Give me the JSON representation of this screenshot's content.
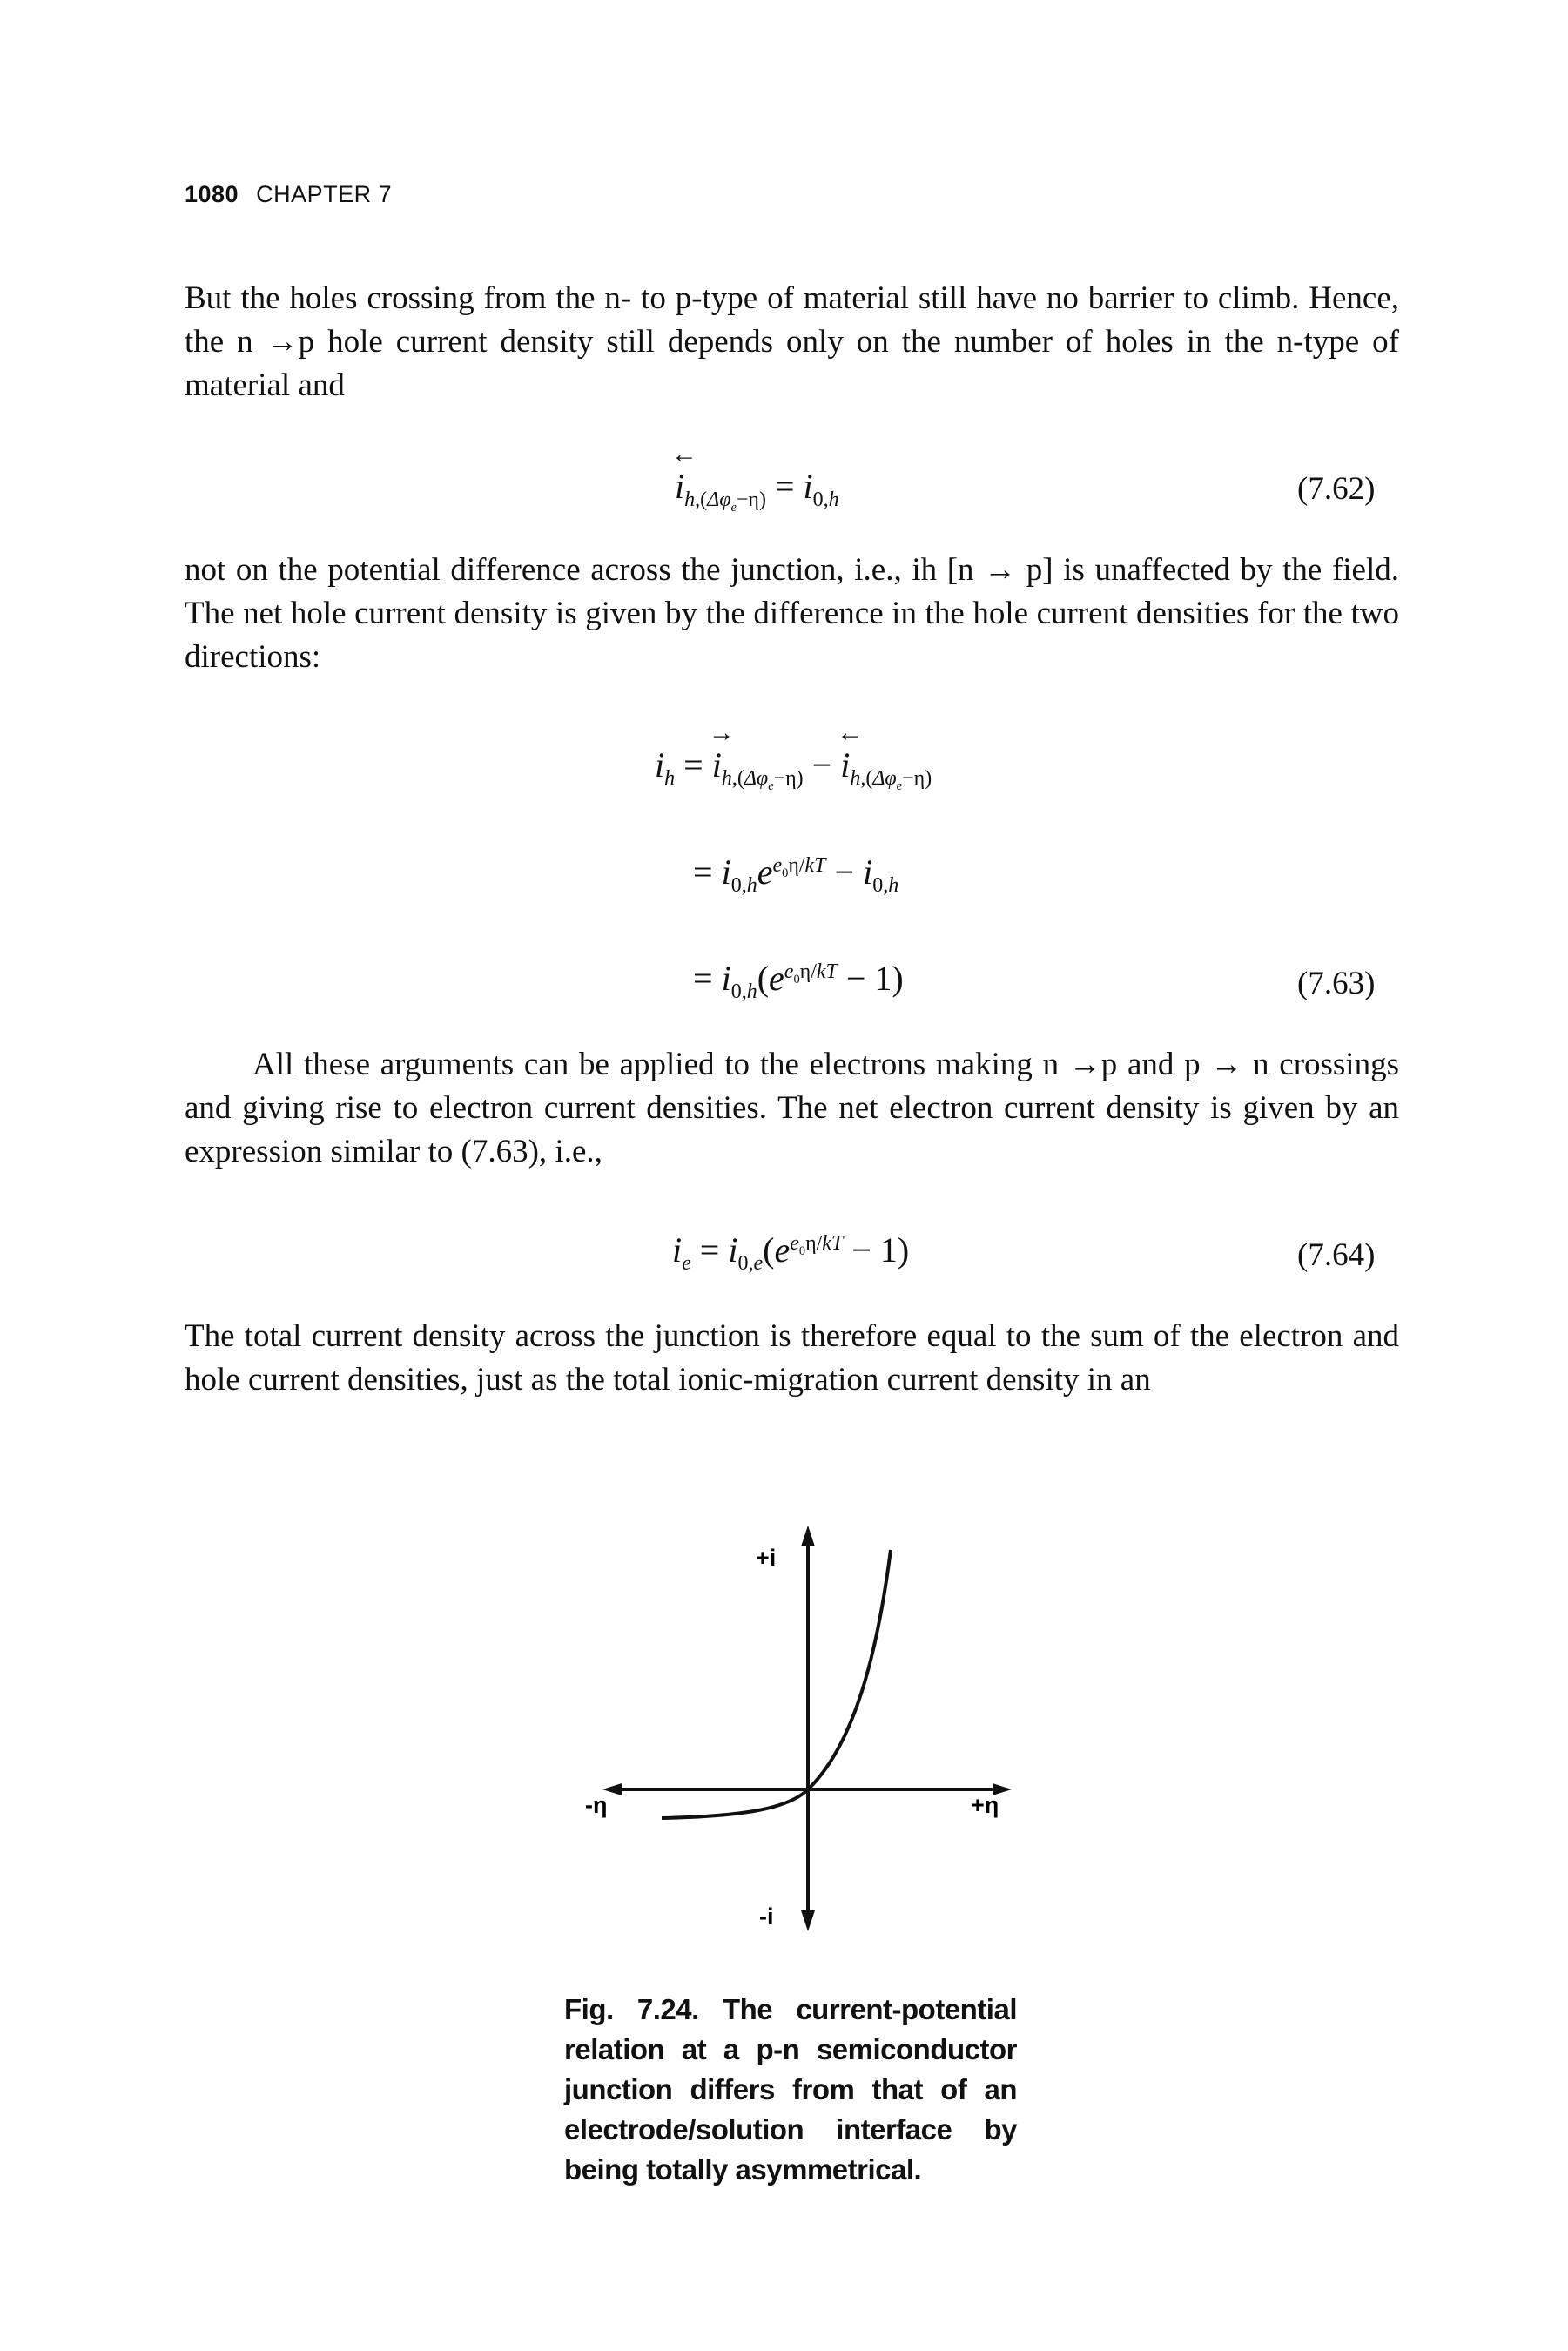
{
  "header": {
    "page_number": "1080",
    "chapter": "CHAPTER 7"
  },
  "paragraphs": [
    "But the holes crossing from the n- to p-type of material still have no barrier to climb. Hence, the n →p hole current density still depends only on the number of holes in the n-type of material and",
    "not on the potential difference across the junction, i.e., ih [n → p] is unaffected by the field. The net hole current density is given by the difference in the hole current densities for the two directions:",
    "All these arguments can be applied to the electrons making n →p and p → n crossings and giving rise to electron current densities. The net electron current density is given by an expression similar to (7.63), i.e.,",
    "The total current density across the junction is therefore equal to the sum of the electron and hole current densities, just as the total ionic-migration current density in an"
  ],
  "equation_numbers": [
    "(7.62)",
    "(7.63)",
    "(7.64)"
  ],
  "figure": {
    "axis_labels": {
      "y_pos": "+i",
      "y_neg": "-i",
      "x_pos": "+η",
      "x_neg": "-η"
    },
    "caption_label": "Fig. 7.24.",
    "caption_text": "The current-potential relation at a p-n semiconductor junction differs from that of an electrode/solution interface by being totally asymmetrical."
  }
}
